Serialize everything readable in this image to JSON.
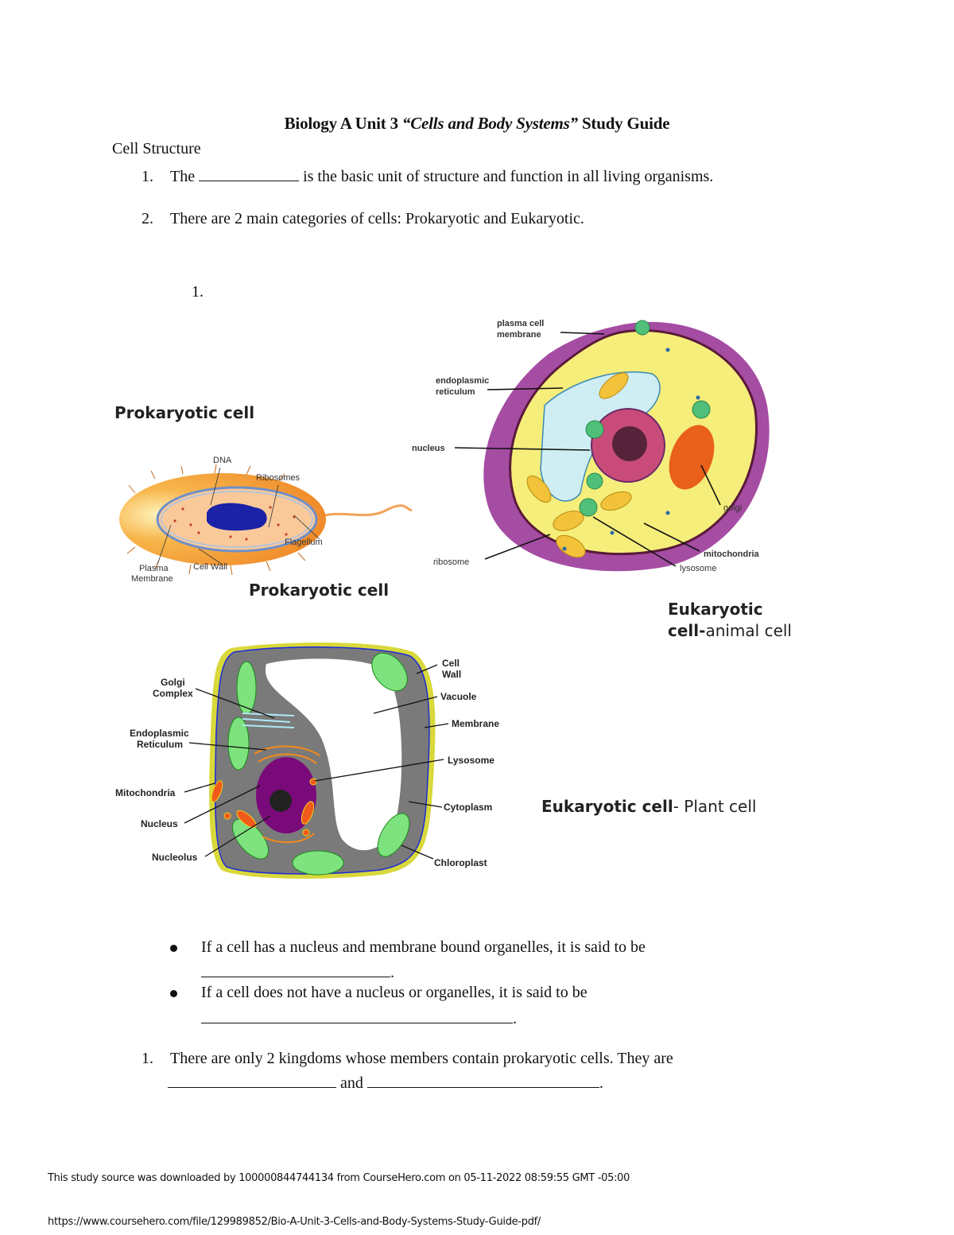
{
  "document": {
    "title": {
      "prefix": "Biology A Unit 3 ",
      "italic": "“Cells and Body Systems”",
      "suffix": " Study Guide"
    },
    "section_heading": "Cell Structure",
    "questions": [
      {
        "number": "1.",
        "before_blank": "The",
        "after_blank": " is the basic unit of structure and function in all living organisms."
      },
      {
        "number": "2.",
        "text": "There are 2 main categories of cells:  Prokaryotic and Eukaryotic."
      }
    ],
    "sub_number": "1.",
    "figures": {
      "prokaryotic": {
        "heading": "Prokaryotic cell",
        "caption": "Prokaryotic cell",
        "labels": [
          "DNA",
          "Ribosomes",
          "Flagellum",
          "Cell Wall",
          "Plasma",
          "Membrane"
        ]
      },
      "animal": {
        "caption_bold_1": "Eukaryotic",
        "caption_bold_2": "cell-",
        "caption_regular": "animal cell",
        "labels": [
          "plasma cell",
          "membrane",
          "endoplasmic",
          "reticulum",
          "nucleus",
          "ribosome",
          "golgi",
          "mitochondria",
          "lysosome"
        ]
      },
      "plant": {
        "caption_bold": "Eukaryotic cell",
        "caption_regular": "- Plant cell",
        "labels_left": [
          "Golgi",
          "Complex",
          "Endoplasmic",
          "Reticulum",
          "Mitochondria",
          "Nucleus",
          "Nucleolus"
        ],
        "labels_right": [
          "Cell",
          "Wall",
          "Vacuole",
          "Membrane",
          "Lysosome",
          "Cytoplasm",
          "Chloroplast"
        ]
      }
    },
    "bullets": [
      {
        "text": "If a cell has a nucleus and membrane bound organelles, it is said to be",
        "end": "."
      },
      {
        "text": "If a cell does not have a nucleus or organelles, it is said to be",
        "end": "."
      }
    ],
    "question_kingdoms": {
      "number": "1.",
      "text": "There are only 2 kingdoms whose members contain prokaryotic cells.  They are",
      "middle": "and",
      "end": "."
    }
  },
  "footer": {
    "download_note": "This study source was downloaded by 100000844744134 from CourseHero.com on 05-11-2022 08:59:55 GMT -05:00",
    "url": "https://www.coursehero.com/file/129989852/Bio-A-Unit-3-Cells-and-Body-Systems-Study-Guide-pdf/"
  }
}
